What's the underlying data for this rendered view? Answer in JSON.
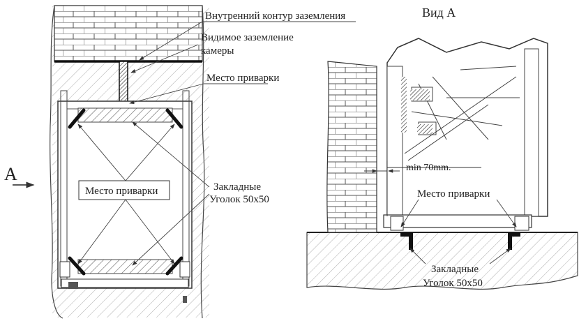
{
  "labels": {
    "inner_ground": "Внутренний контур заземления",
    "visible_ground_line1": "Видимое заземление",
    "visible_ground_line2": "камеры",
    "weld_place_top": "Место приварки",
    "weld_place_center": "Место приварки",
    "embedded": "Закладные",
    "angle": "Уголок 50х50",
    "arrow_a": "А",
    "view_a": "Вид А",
    "min_dist": "min 70mm.",
    "weld_place_right": "Место приварки",
    "embedded_right": "Закладные",
    "angle_right": "Уголок 50х50"
  }
}
